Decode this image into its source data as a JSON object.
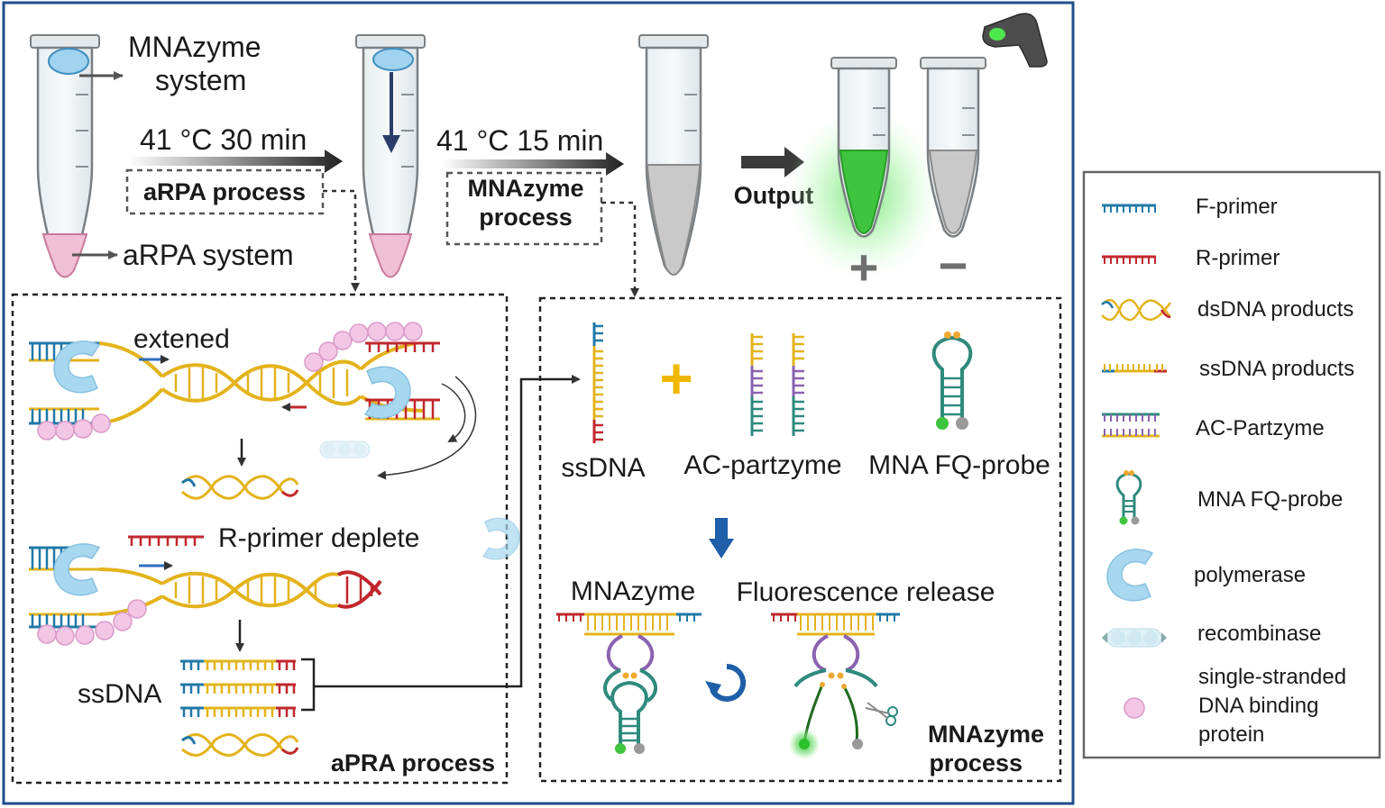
{
  "top": {
    "mnazyme_system_line1": "MNAzyme",
    "mnazyme_system_line2": "system",
    "arpa_system": "aRPA system",
    "step1_condition": "41 °C 30 min",
    "step1_box_label": "aRPA process",
    "step2_condition": "41 °C 15 min",
    "step2_box_label_line1": "MNAzyme",
    "step2_box_label_line2": "process",
    "output_label": "Output",
    "positive_sign": "+",
    "negative_sign": "−"
  },
  "arpa_panel": {
    "extended_label": "extened",
    "r_primer_deplete_label": "R-primer deplete",
    "ssdna_label": "ssDNA",
    "panel_title": "aPRA process"
  },
  "mnazyme_panel": {
    "ssdna_label": "ssDNA",
    "partzyme_label": "AC-partzyme",
    "probe_label": "MNA FQ-probe",
    "plus_sign": "+",
    "mnazyme_label": "MNAzyme",
    "fluorescence_label": "Fluorescence release",
    "panel_title_line1": "MNAzyme",
    "panel_title_line2": "process"
  },
  "legend": {
    "items": [
      {
        "label": "F-primer",
        "icon": "f-primer-icon"
      },
      {
        "label": "R-primer",
        "icon": "r-primer-icon"
      },
      {
        "label": "dsDNA products",
        "icon": "dsdna-icon"
      },
      {
        "label": "ssDNA products",
        "icon": "ssdna-icon"
      },
      {
        "label": "AC-Partzyme",
        "icon": "partzyme-icon"
      },
      {
        "label": "MNA FQ-probe",
        "icon": "hairpin-probe-icon"
      },
      {
        "label": "polymerase",
        "icon": "polymerase-icon"
      },
      {
        "label": "recombinase",
        "icon": "recombinase-icon"
      }
    ],
    "ssb_line1": "single-stranded",
    "ssb_line2": "DNA binding",
    "ssb_line3": "protein"
  },
  "colors": {
    "frame_blue": "#1f4e8c",
    "primer_blue": "#2178a8",
    "primer_red": "#c0272d",
    "dna_yellow": "#e3b31c",
    "partzyme_purple": "#8a63b0",
    "partzyme_teal": "#2e8a7c",
    "polymerase_blue": "#a8d8f0",
    "ssb_pink": "#f4c6e6",
    "fluor_green": "#3ec43e"
  }
}
